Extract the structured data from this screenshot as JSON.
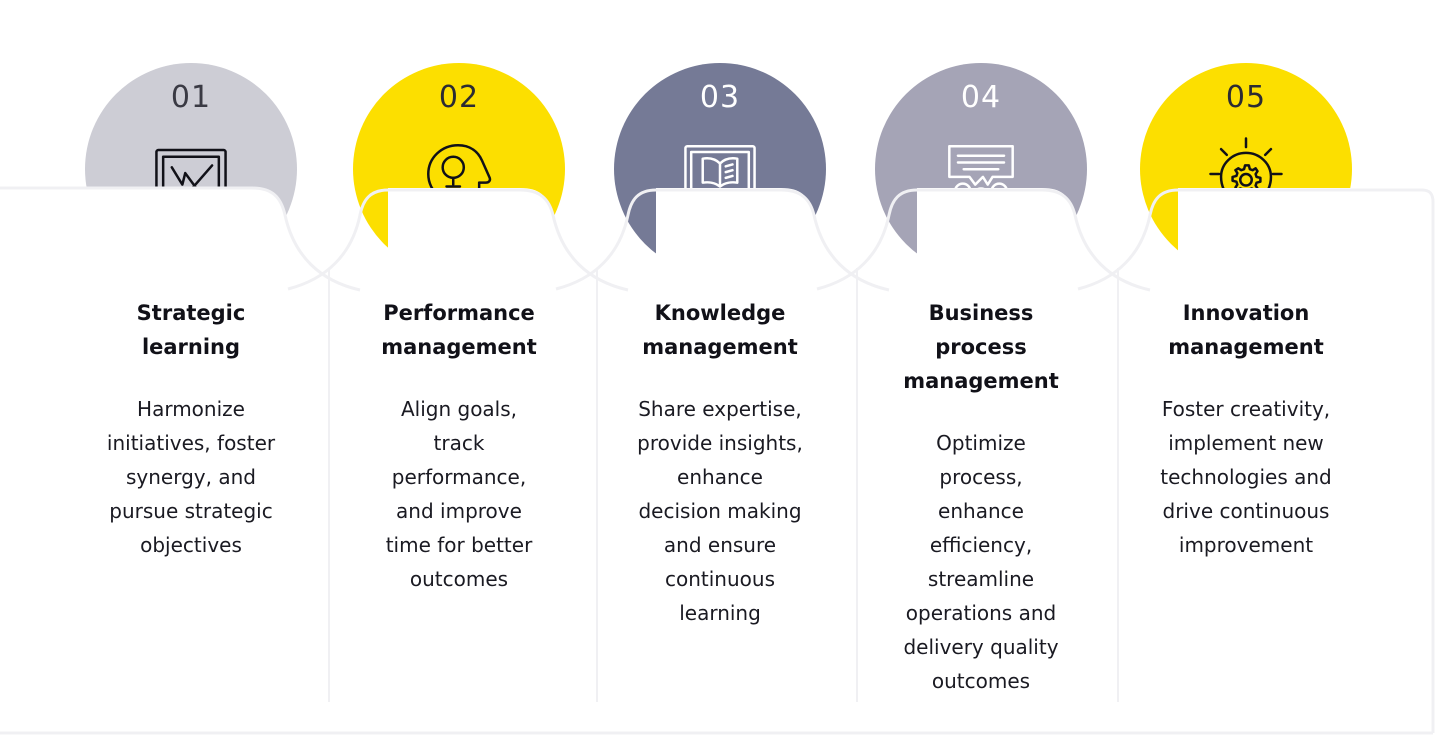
{
  "colors": {
    "yellow": "#FCDF00",
    "light_gray": "#CDCDD5",
    "slate_purple": "#757A96",
    "muted_purple": "#A5A4B6",
    "line": "#f0f0f3",
    "dark_text": "#111118",
    "number_dark": "#2B2B33",
    "icon_white": "#FFFFFF"
  },
  "steps": [
    {
      "number": "01",
      "title": "Strategic\nlearning",
      "description": "Harmonize\ninitiatives, foster\nsynergy, and\npursue strategic\nobjectives",
      "circle_color": "#CDCDD5",
      "number_color": "#3A3A44",
      "icon": "whiteboard-chart-icon",
      "icon_color": "#111118"
    },
    {
      "number": "02",
      "title": "Performance\nmanagement",
      "description": "Align goals,\ntrack\nperformance,\nand improve\ntime for better\noutcomes",
      "circle_color": "#FCDF00",
      "number_color": "#2B2B33",
      "icon": "head-lightbulb-icon",
      "icon_color": "#111118"
    },
    {
      "number": "03",
      "title": "Knowledge\nmanagement",
      "description": "Share expertise,\nprovide insights,\nenhance\ndecision making\nand ensure\ncontinuous\nlearning",
      "circle_color": "#757A96",
      "number_color": "#FFFFFF",
      "icon": "monitor-book-icon",
      "icon_color": "#FFFFFF"
    },
    {
      "number": "04",
      "title": "Business\nprocess\nmanagement",
      "description": "Optimize\nprocess,\nenhance\nefficiency,\nstreamline\noperations and\ndelivery quality\noutcomes",
      "circle_color": "#A5A4B6",
      "number_color": "#FFFFFF",
      "icon": "speech-bubble-people-icon",
      "icon_color": "#FFFFFF"
    },
    {
      "number": "05",
      "title": "Innovation\nmanagement",
      "description": "Foster creativity,\nimplement new\ntechnologies and\ndrive continuous\nimprovement",
      "circle_color": "#FCDF00",
      "number_color": "#2B2B33",
      "icon": "lightbulb-gear-icon",
      "icon_color": "#111118"
    }
  ]
}
